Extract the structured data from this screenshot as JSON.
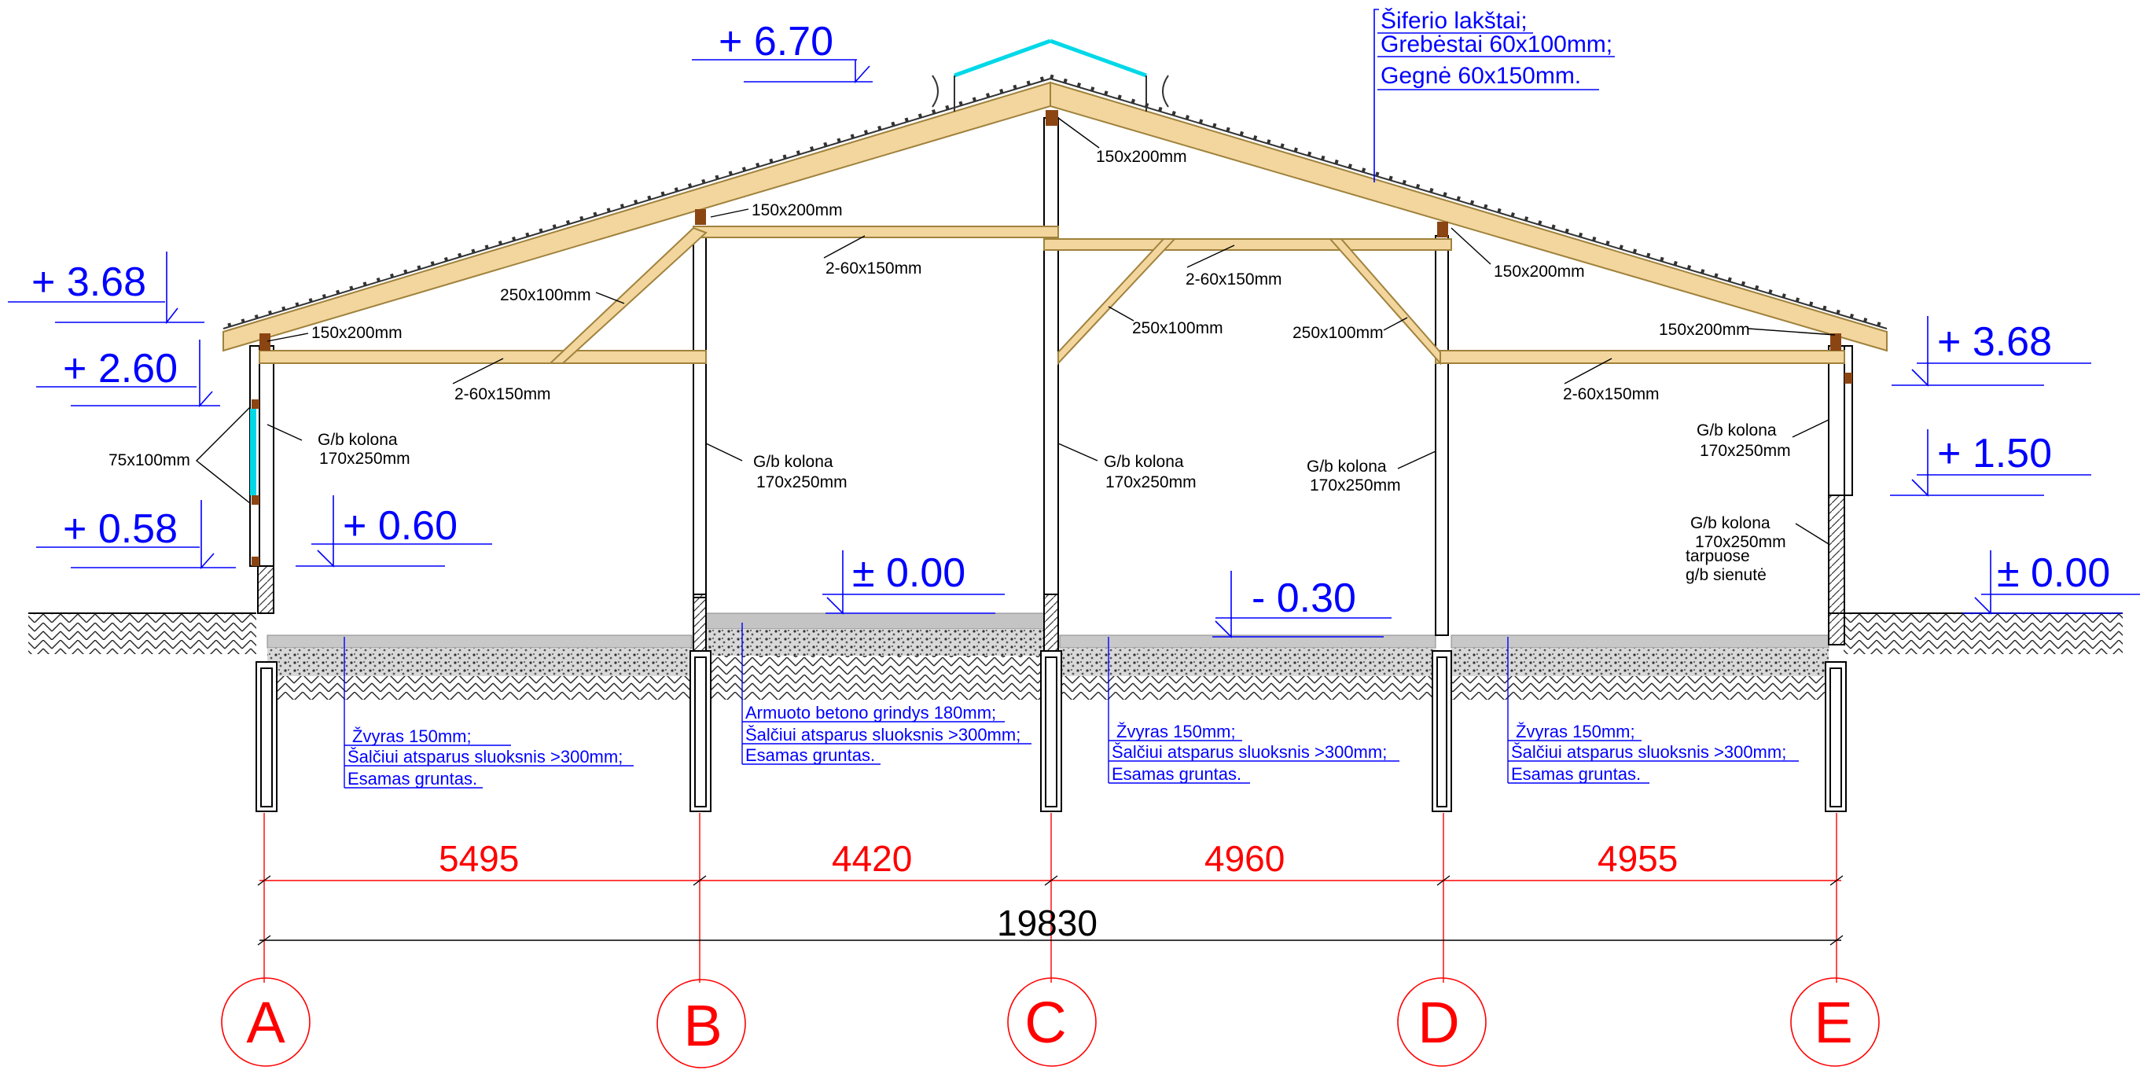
{
  "roof_spec": [
    "Šiferio lakštai;",
    "Grebėstai 60x100mm;",
    "Gegnė 60x150mm."
  ],
  "levels": {
    "ridge": "+ 6.70",
    "left_eave": "+ 3.68",
    "left_beam": "+ 2.60",
    "left_window_sill": "+ 0.58",
    "left_inner": "+ 0.60",
    "floor_b": "± 0.00",
    "floor_c": "- 0.30",
    "right_eave": "+ 3.68",
    "right_window": "+ 1.50",
    "right_ground": "± 0.00"
  },
  "labels": {
    "rafter_left": "150x200mm",
    "rafter_b": "150x200mm",
    "rafter_ridge": "150x200mm",
    "rafter_d": "150x200mm",
    "rafter_right": "150x200mm",
    "beam_ab": "2-60x150mm",
    "beam_bc": "2-60x150mm",
    "beam_cd": "2-60x150mm",
    "beam_de": "2-60x150mm",
    "brace_left": "250x100mm",
    "brace_c": "250x100mm",
    "brace_d": "250x100mm",
    "window_frame": "75x100mm",
    "col_a": [
      "G/b kolona",
      "170x250mm"
    ],
    "col_b": [
      "G/b kolona",
      "170x250mm"
    ],
    "col_c": [
      "G/b kolona",
      "170x250mm"
    ],
    "col_d": [
      "G/b kolona",
      "170x250mm"
    ],
    "col_e_top": [
      "G/b kolona",
      "170x250mm"
    ],
    "col_e_bottom": [
      "G/b kolona",
      "170x250mm",
      "tarpuose",
      "g/b sienutė"
    ]
  },
  "floors": {
    "ab": [
      "Žvyras 150mm;",
      "Šalčiui atsparus sluoksnis >300mm;",
      "Esamas gruntas."
    ],
    "bc": [
      "Armuoto betono grindys 180mm;",
      "Šalčiui atsparus sluoksnis >300mm;",
      "Esamas gruntas."
    ],
    "cd": [
      "Žvyras 150mm;",
      "Šalčiui atsparus sluoksnis >300mm;",
      "Esamas gruntas."
    ],
    "de": [
      "Žvyras 150mm;",
      "Šalčiui atsparus sluoksnis >300mm;",
      "Esamas gruntas."
    ]
  },
  "dimensions": {
    "spans": [
      "5495",
      "4420",
      "4960",
      "4955"
    ],
    "total": "19830"
  },
  "axes": [
    "A",
    "B",
    "C",
    "D",
    "E"
  ],
  "colors": {
    "timber": "#f2d69e",
    "timber_edge": "#a0823c",
    "level": "#0000ff",
    "dimension": "#ff0000",
    "column_cap": "#8b4513",
    "glass": "#00d8e8"
  }
}
